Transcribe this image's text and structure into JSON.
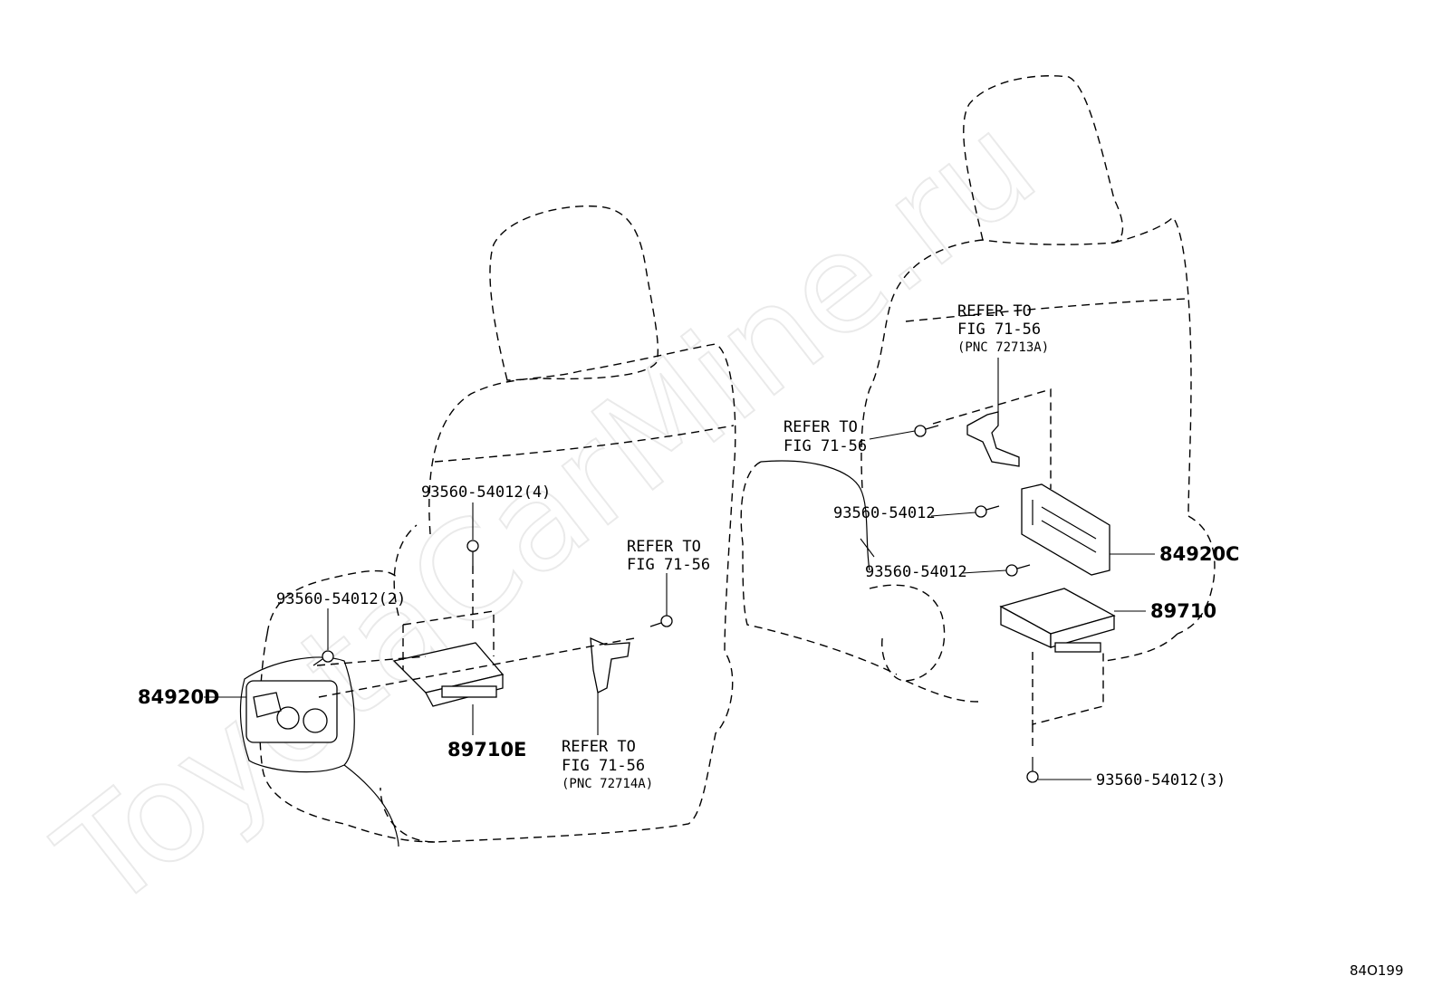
{
  "watermark": "ToyotaCarMine.ru",
  "diagram_code": "84O199",
  "left_seat": {
    "bolt_top": "93560-54012(4)",
    "bolt_left": "93560-54012(2)",
    "switch": "84920D",
    "ecu": "89710E",
    "refer_upper": [
      "REFER TO",
      "FIG 71-56"
    ],
    "refer_lower": [
      "REFER TO",
      "FIG 71-56",
      "(PNC 72714A)"
    ]
  },
  "right_seat": {
    "refer_upper": [
      "REFER TO",
      "FIG 71-56",
      "(PNC 72713A)"
    ],
    "refer_left": [
      "REFER TO",
      "FIG 71-56"
    ],
    "bolt_mid": "93560-54012",
    "bolt_low": "93560-54012",
    "switch": "84920C",
    "ecu": "89710",
    "bolt_bottom": "93560-54012(3)"
  }
}
